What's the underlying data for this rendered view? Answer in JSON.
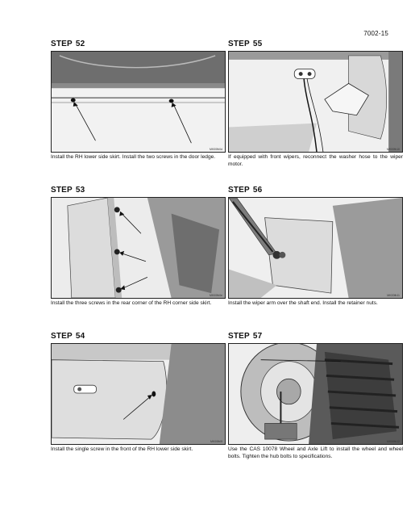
{
  "page_number": "7002-15",
  "steps": [
    {
      "label": "STEP",
      "number": "52",
      "code": "MK00fb0d",
      "caption": "Install the RH lower side skirt. Install the two screws in the door ledge."
    },
    {
      "label": "STEP",
      "number": "53",
      "code": "MK00fb0e",
      "caption": "Install the three screws in the rear corner of the RH corner side skirt."
    },
    {
      "label": "STEP",
      "number": "54",
      "code": "MK00fb0f",
      "caption": "Install the single screw in the front of the RH lower side skirt."
    },
    {
      "label": "STEP",
      "number": "55",
      "code": "MK00fb10",
      "caption": "If equipped with front wipers, reconnect the washer hose to the wiper motor."
    },
    {
      "label": "STEP",
      "number": "56",
      "code": "MK00fb11",
      "caption": "Install the wiper arm over the shaft end. Install the retainer nuts."
    },
    {
      "label": "STEP",
      "number": "57",
      "code": "MK00fb12",
      "caption": "Use the CAS 10078 Wheel and Axle Lift to install the wheel and wheel bolts. Tighten the hub bolts to specifications."
    }
  ]
}
